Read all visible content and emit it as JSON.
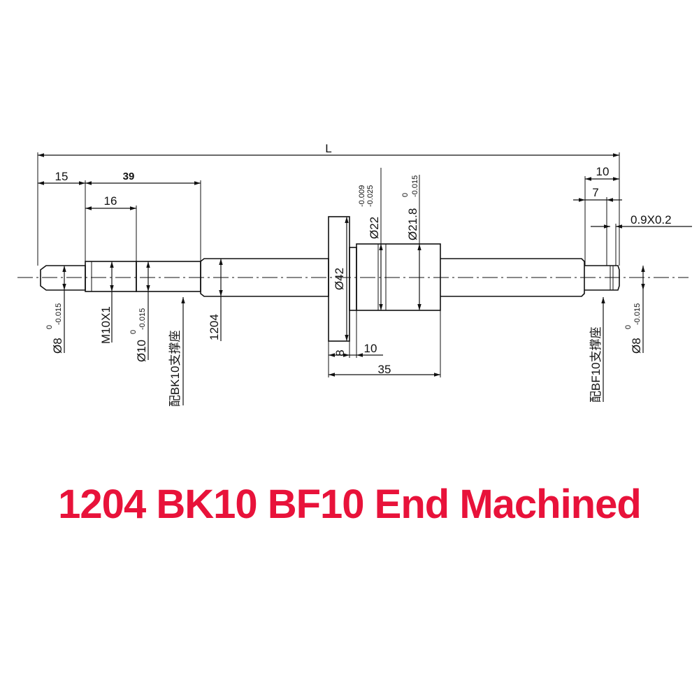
{
  "colors": {
    "line": "#111111",
    "title": "#e8123a"
  },
  "title": "1204 BK10 BF10 End Machined",
  "dims": {
    "L": "L",
    "d15": "15",
    "d39": "39",
    "d16": "16",
    "d10_right": "10",
    "d7": "7",
    "groove": "0.9X0.2",
    "flange_dia": "Ø42",
    "d8": "8",
    "d10_nut": "10",
    "d35": "35",
    "nut_body_dia": "Ø22",
    "nut_body_tol_upper": "-0.009",
    "nut_body_tol_lower": "-0.025",
    "nut_dia": "Ø21.8",
    "nut_tol_upper": "0",
    "nut_tol_lower": "-0.015",
    "left_shaft_dia": "Ø8",
    "left_shaft_tol_upper": "0",
    "left_shaft_tol_lower": "-0.015",
    "thread": "M10X1",
    "bearing_dia": "Ø10",
    "bearing_tol_upper": "0",
    "bearing_tol_lower": "-0.015",
    "bk10_note": "配BK10支撑座",
    "screw_model": "1204",
    "bf10_note": "配BF10支撑座",
    "right_shaft_dia": "Ø8",
    "right_shaft_tol_upper": "0",
    "right_shaft_tol_lower": "-0.015"
  }
}
